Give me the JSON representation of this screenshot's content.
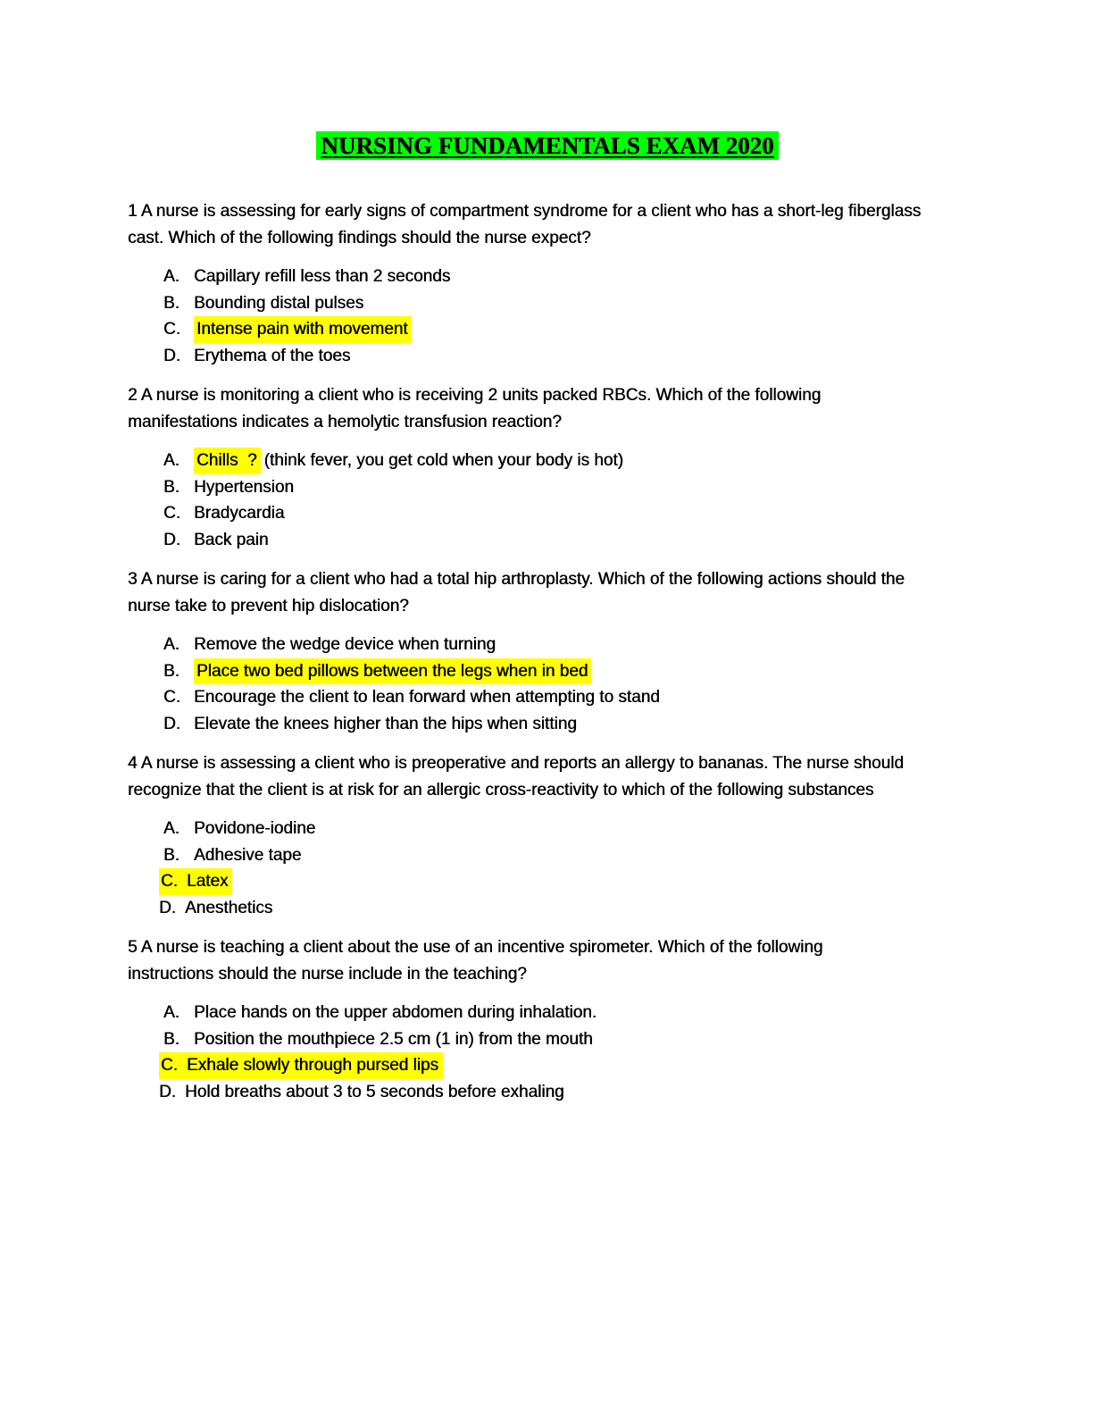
{
  "document": {
    "title": "NURSING FUNDAMENTALS EXAM 2020"
  },
  "colors": {
    "title_highlight": "#00ff00",
    "answer_highlight": "#ffff00",
    "text": "#000000",
    "background": "#ffffff"
  },
  "questions": [
    {
      "number": "1",
      "lines": [
        "1 A nurse is assessing for early signs of compartment syndrome for a client who has a short-leg fiberglass",
        "cast. Which of the following findings should the nurse expect?"
      ],
      "options": [
        {
          "label": "A.",
          "text": "Capillary refill less than 2 seconds",
          "highlighted": false
        },
        {
          "label": "B.",
          "text": "Bounding distal pulses",
          "highlighted": false
        },
        {
          "label": "C.",
          "text": "Intense pain with movement",
          "highlighted": true
        },
        {
          "label": "D.",
          "text": "Erythema of the toes",
          "highlighted": false
        }
      ]
    },
    {
      "number": "2",
      "lines": [
        "2 A nurse is monitoring a client who is receiving 2 units packed RBCs. Which of the following",
        "manifestations indicates a hemolytic transfusion reaction?"
      ],
      "options": [
        {
          "label": "A.",
          "text": "Chills  ?",
          "highlighted": true,
          "suffix": "(think fever, you get cold when your body is hot)"
        },
        {
          "label": "B.",
          "text": "Hypertension",
          "highlighted": false
        },
        {
          "label": "C.",
          "text": "Bradycardia",
          "highlighted": false
        },
        {
          "label": "D.",
          "text": "Back pain",
          "highlighted": false
        }
      ]
    },
    {
      "number": "3",
      "lines": [
        "3 A nurse is caring for a client who had a total hip arthroplasty. Which of the following actions should the",
        "nurse take to prevent hip dislocation?"
      ],
      "options": [
        {
          "label": "A.",
          "text": "Remove the wedge device when turning",
          "highlighted": false
        },
        {
          "label": "B.",
          "text": "Place two bed pillows between the legs when in bed",
          "highlighted": true
        },
        {
          "label": "C.",
          "text": "Encourage the client to lean forward when attempting to stand",
          "highlighted": false
        },
        {
          "label": "D.",
          "text": "Elevate the knees higher than the hips when sitting",
          "highlighted": false
        }
      ]
    },
    {
      "number": "4",
      "lines": [
        "4 A nurse is assessing a client who is preoperative and reports an allergy to bananas. The nurse should",
        "recognize that the client is at risk for an allergic cross-reactivity to which of the following substances"
      ],
      "options": [
        {
          "label": "A.",
          "text": "Povidone-iodine",
          "highlighted": false
        },
        {
          "label": "B.",
          "text": "Adhesive tape",
          "highlighted": false
        },
        {
          "label": "C.",
          "text": "Latex",
          "highlighted": true,
          "label_highlighted": true
        },
        {
          "label": "D.",
          "text": "Anesthetics",
          "highlighted": false
        }
      ]
    },
    {
      "number": "5",
      "lines": [
        "5 A nurse is teaching a client about the use of an incentive spirometer. Which of the following",
        "instructions should the nurse include in the teaching?"
      ],
      "options": [
        {
          "label": "A.",
          "text": "Place hands on the upper abdomen during inhalation.",
          "highlighted": false
        },
        {
          "label": "B.",
          "text": "Position the mouthpiece 2.5 cm (1 in) from the mouth",
          "highlighted": false
        },
        {
          "label": "C.",
          "text": "Exhale slowly through pursed lips",
          "highlighted": true,
          "label_highlighted": true
        },
        {
          "label": "D.",
          "text": "Hold breaths about 3 to 5 seconds before exhaling",
          "highlighted": false
        }
      ]
    }
  ]
}
